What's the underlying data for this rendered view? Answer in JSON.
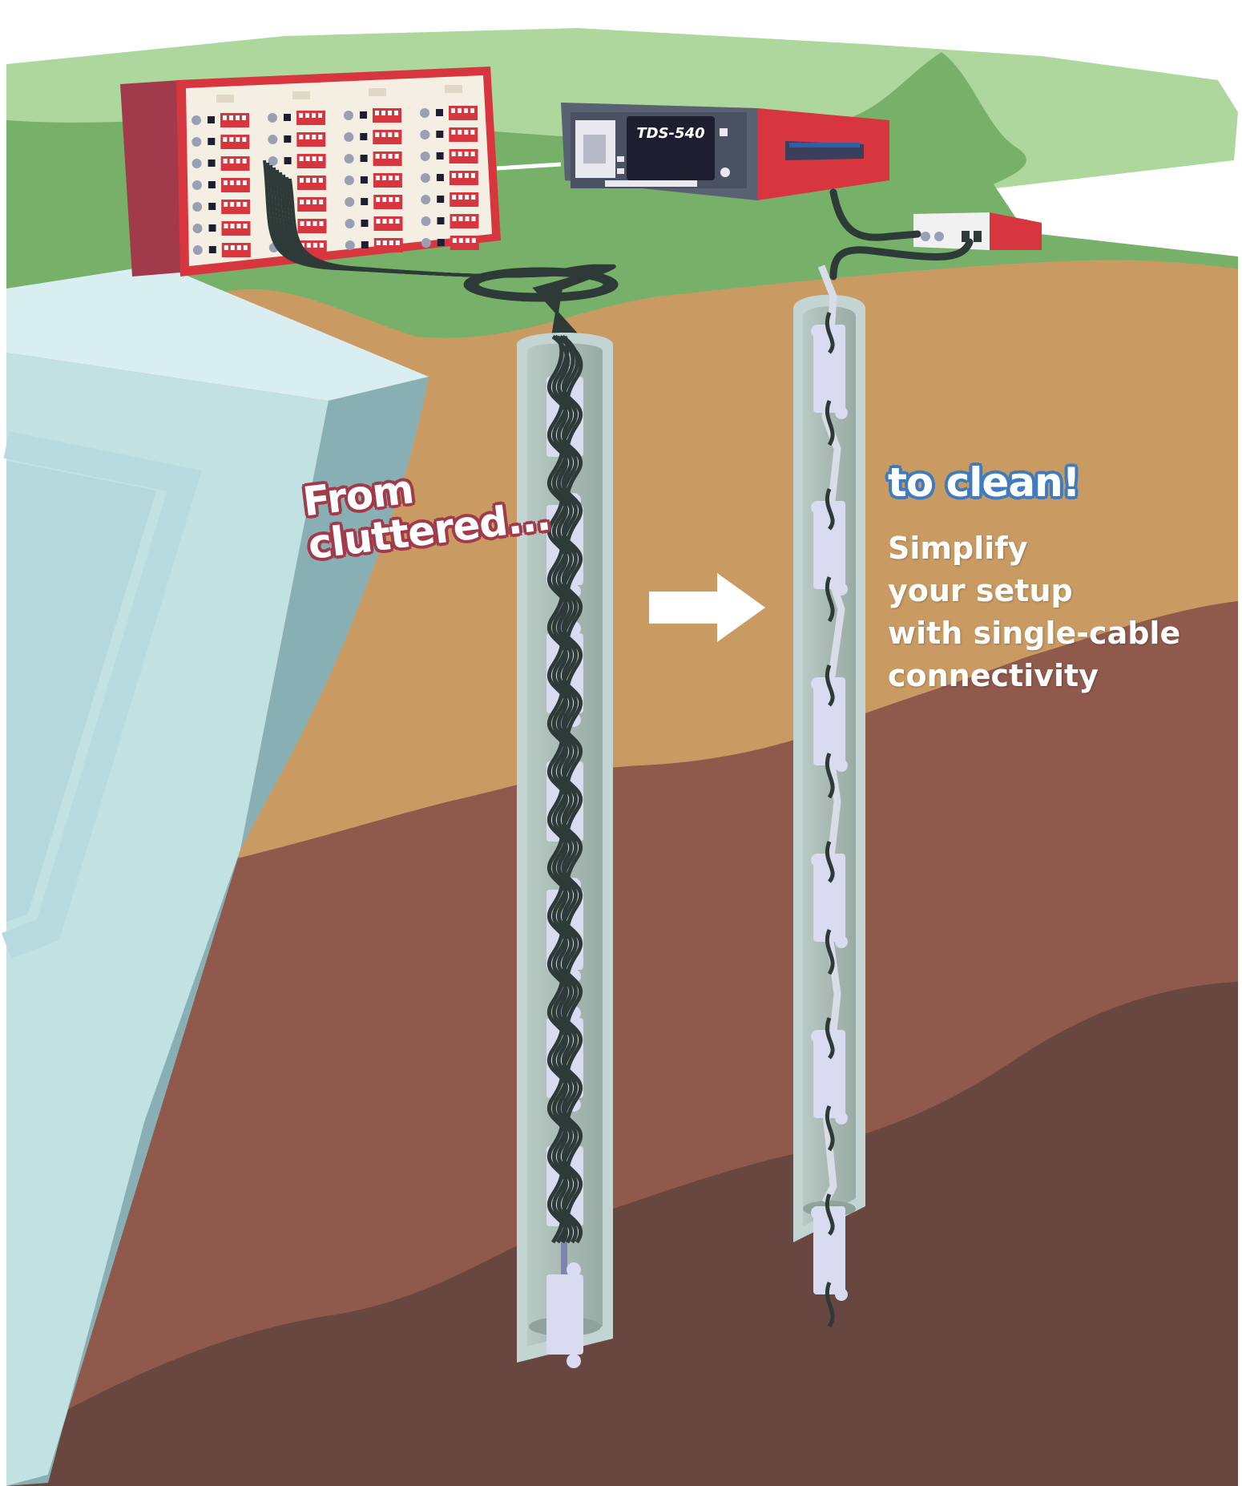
{
  "device": {
    "model": "TDS-540"
  },
  "labels": {
    "from_line1": "From",
    "from_line2": "cluttered...",
    "to": "to clean!",
    "desc_lines": [
      "Simplify",
      "your setup",
      "with single-cable",
      "connectivity"
    ]
  },
  "colors": {
    "grass_light": "#add79c",
    "grass": "#77b068",
    "soil_tan": "#c99b62",
    "soil_brown": "#8f5a4c",
    "soil_dark": "#684740",
    "ice_light": "#d9eef1",
    "ice_mid": "#c2e1e3",
    "ice_dark": "#88b0b4",
    "device_red": "#d8363f",
    "device_dark_red": "#a13a4a",
    "panel_cream": "#f5efe3",
    "accent_blue": "#3f7bbd",
    "cable": "#2e3a37"
  },
  "icons": {
    "arrow": "arrow-right-icon"
  }
}
